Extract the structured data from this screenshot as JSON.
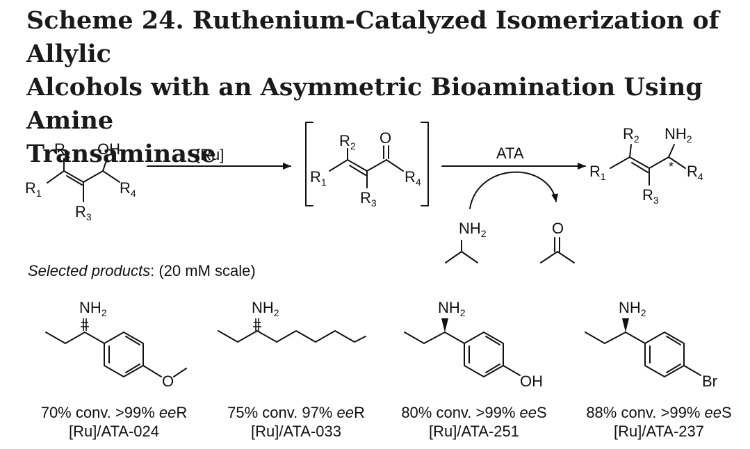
{
  "title": {
    "line1": "Scheme 24. Ruthenium-Catalyzed Isomerization of Allylic",
    "line2": "Alcohols with an Asymmetric Bioamination Using Amine",
    "line3": "Transaminase"
  },
  "scheme": {
    "reagent_ru": "[Ru]",
    "reagent_ata": "ATA",
    "substrate": {
      "r1": "R",
      "r1_sub": "1",
      "r2": "R",
      "r2_sub": "2",
      "r3": "R",
      "r3_sub": "3",
      "r4": "R",
      "r4_sub": "4",
      "oh": "OH"
    },
    "intermediate": {
      "o": "O"
    },
    "product": {
      "nh2": "NH",
      "nh2_sub": "2",
      "star": "*"
    },
    "donor": {
      "nh2": "NH",
      "nh2_sub": "2"
    },
    "byproduct": {
      "o": "O"
    }
  },
  "selected": {
    "label": "Selected products",
    "scale": ": (20 mM scale)"
  },
  "products": [
    {
      "nh2": "NH",
      "nh2_sub": "2",
      "sub": "O",
      "conv": "70% conv. >99% ",
      "ee": "ee",
      "config": "R",
      "catalyst": "[Ru]/ATA-024"
    },
    {
      "nh2": "NH",
      "nh2_sub": "2",
      "sub": "",
      "conv": "75% conv. 97% ",
      "ee": "ee",
      "config": "R",
      "catalyst": "[Ru]/ATA-033"
    },
    {
      "nh2": "NH",
      "nh2_sub": "2",
      "sub": "OH",
      "conv": "80% conv. >99% ",
      "ee": "ee",
      "config": "S",
      "catalyst": "[Ru]/ATA-251"
    },
    {
      "nh2": "NH",
      "nh2_sub": "2",
      "sub": "Br",
      "conv": "88% conv. >99% ",
      "ee": "ee",
      "config": "S",
      "catalyst": "[Ru]/ATA-237"
    }
  ]
}
